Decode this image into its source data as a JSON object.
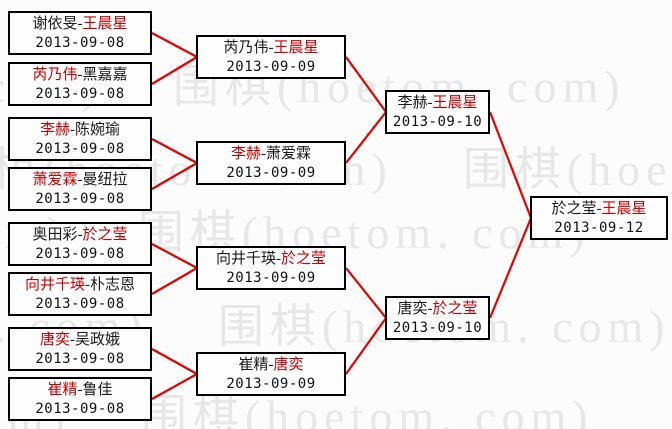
{
  "watermark": {
    "text": "围棋(hoetom. com)"
  },
  "separator": "-",
  "colors": {
    "winner_red": "#cc0000",
    "connector_red": "#e60000",
    "box_border": "#000000",
    "watermark_gray": "#e7e7e7",
    "background": "#fcfcfc"
  },
  "bracket": {
    "round1": [
      {
        "p1": "谢依旻",
        "p1_win": "false",
        "p2": "王晨星",
        "p2_win": "true",
        "date": "2013-09-08"
      },
      {
        "p1": "芮乃伟",
        "p1_win": "true",
        "p2": "黑嘉嘉",
        "p2_win": "false",
        "date": "2013-09-08"
      },
      {
        "p1": "李赫",
        "p1_win": "true",
        "p2": "陈婉瑜",
        "p2_win": "false",
        "date": "2013-09-08"
      },
      {
        "p1": "萧爱霖",
        "p1_win": "true",
        "p2": "曼纽拉",
        "p2_win": "false",
        "date": "2013-09-08"
      },
      {
        "p1": "奥田彩",
        "p1_win": "false",
        "p2": "於之莹",
        "p2_win": "true",
        "date": "2013-09-08"
      },
      {
        "p1": "向井千瑛",
        "p1_win": "true",
        "p2": "朴志恩",
        "p2_win": "false",
        "date": "2013-09-08"
      },
      {
        "p1": "唐奕",
        "p1_win": "true",
        "p2": "吴政娥",
        "p2_win": "false",
        "date": "2013-09-08"
      },
      {
        "p1": "崔精",
        "p1_win": "true",
        "p2": "鲁佳",
        "p2_win": "false",
        "date": "2013-09-08"
      }
    ],
    "round2": [
      {
        "p1": "芮乃伟",
        "p1_win": "false",
        "p2": "王晨星",
        "p2_win": "true",
        "date": "2013-09-09"
      },
      {
        "p1": "李赫",
        "p1_win": "true",
        "p2": "萧爱霖",
        "p2_win": "false",
        "date": "2013-09-09"
      },
      {
        "p1": "向井千瑛",
        "p1_win": "false",
        "p2": "於之莹",
        "p2_win": "true",
        "date": "2013-09-09"
      },
      {
        "p1": "崔精",
        "p1_win": "false",
        "p2": "唐奕",
        "p2_win": "true",
        "date": "2013-09-09"
      }
    ],
    "semifinals": [
      {
        "p1": "李赫",
        "p1_win": "false",
        "p2": "王晨星",
        "p2_win": "true",
        "date": "2013-09-10"
      },
      {
        "p1": "唐奕",
        "p1_win": "false",
        "p2": "於之莹",
        "p2_win": "true",
        "date": "2013-09-10"
      }
    ],
    "final": [
      {
        "p1": "於之莹",
        "p1_win": "false",
        "p2": "王晨星",
        "p2_win": "true",
        "date": "2013-09-12"
      }
    ]
  }
}
